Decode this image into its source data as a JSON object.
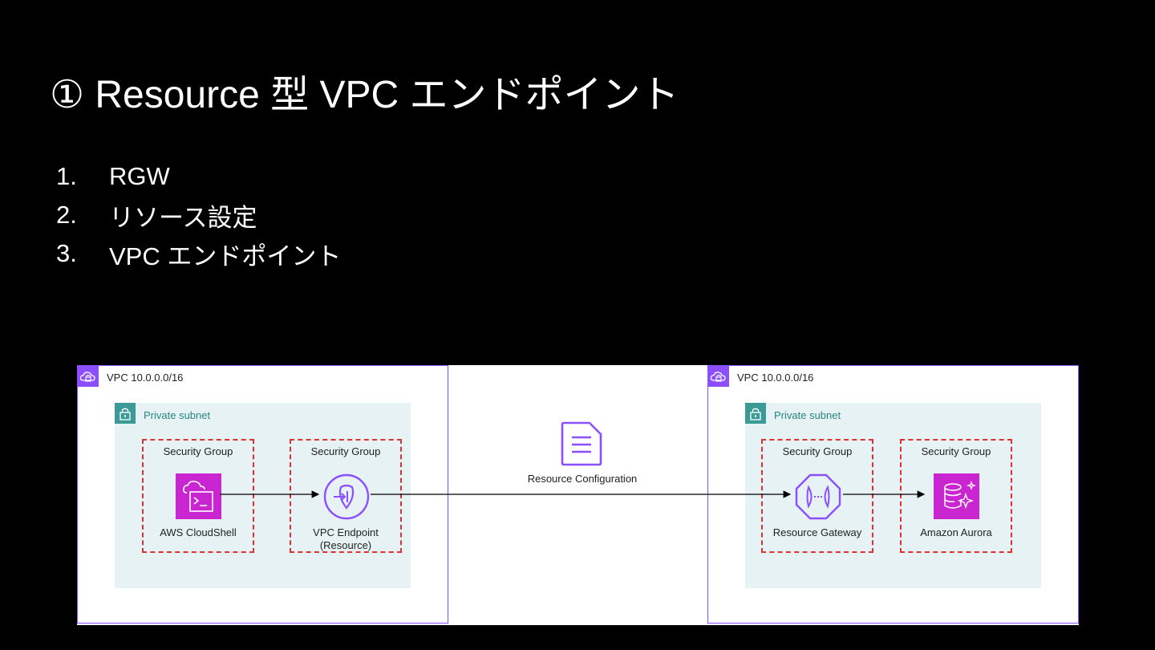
{
  "slide": {
    "title": "① Resource 型 VPC エンドポイント",
    "steps": [
      {
        "num": "1.",
        "text": "RGW"
      },
      {
        "num": "2.",
        "text": "リソース設定"
      },
      {
        "num": "3.",
        "text": "VPC エンドポイント"
      }
    ]
  },
  "diagram": {
    "left_vpc": {
      "label": "VPC 10.0.0.0/16",
      "subnet_label": "Private subnet",
      "sg1_label": "Security Group",
      "sg1_node": "AWS CloudShell",
      "sg2_label": "Security Group",
      "sg2_node_line1": "VPC Endpoint",
      "sg2_node_line2": "(Resource)"
    },
    "middle": {
      "resource_config_label": "Resource Configuration"
    },
    "right_vpc": {
      "label": "VPC 10.0.0.0/16",
      "subnet_label": "Private subnet",
      "sg1_label": "Security Group",
      "sg1_node": "Resource Gateway",
      "sg2_label": "Security Group",
      "sg2_node": "Amazon Aurora"
    },
    "colors": {
      "vpc_border": "#8c4fff",
      "subnet_fill": "#e6f2f3",
      "subnet_accent": "#3c9a96",
      "security_group_border": "#e03030",
      "compute_icon": "#c925d1",
      "endpoint_icon": "#8c4fff"
    },
    "icons": {
      "vpc": "vpc-cloud-icon",
      "subnet": "padlock-icon",
      "cloudshell": "cloudshell-terminal-icon",
      "endpoint": "vpc-endpoint-icon",
      "resource_config": "document-icon",
      "resource_gateway": "resource-gateway-icon",
      "aurora": "aurora-database-icon"
    }
  }
}
